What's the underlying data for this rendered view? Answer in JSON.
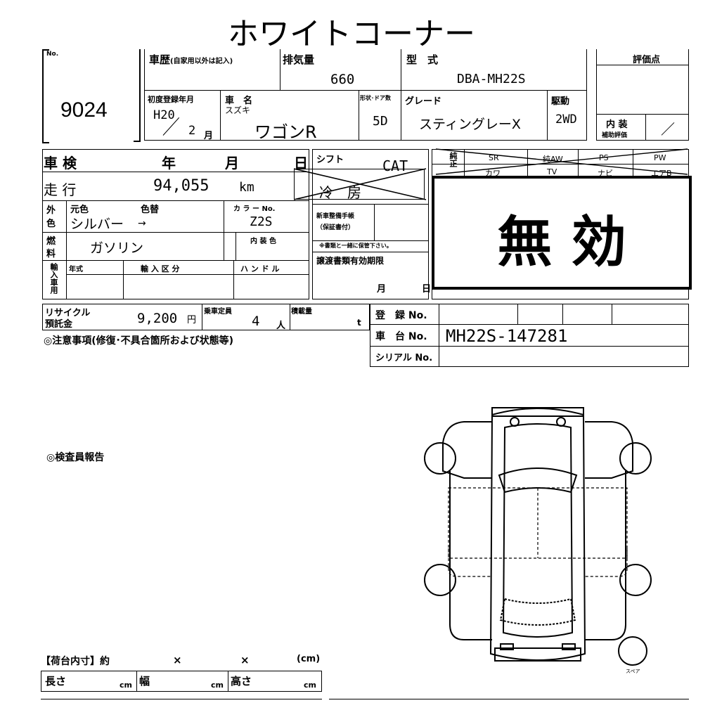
{
  "title": "ホワイトコーナー",
  "header": {
    "no_label": "No.",
    "no_value": "9024",
    "history_label": "車歴",
    "history_note": "(自家用以外は記入)",
    "displacement_label": "排気量",
    "displacement_value": "660",
    "model_label": "型　式",
    "model_value": "DBA-MH22S",
    "score_label": "評価点",
    "first_reg_label": "初度登録年月",
    "first_reg_era": "H20",
    "first_reg_month": "2",
    "month_unit": "月",
    "car_name_label": "車　名",
    "maker": "スズキ",
    "car_name": "ワゴンR",
    "door_label": "形状･ドア数",
    "door_value": "5D",
    "grade_label": "グレード",
    "grade_value": "スティングレーX",
    "drive_label": "駆動",
    "drive_value": "2WD",
    "interior_label": "内 装",
    "interior_sub": "補助評価",
    "interior_value": "／"
  },
  "left": {
    "shaken_label": "車 検",
    "year_label": "年",
    "month_label": "月",
    "day_label": "日",
    "mileage_label": "走 行",
    "mileage_value": "94,055",
    "mileage_unit": "km",
    "color_label1": "外",
    "color_label2": "色",
    "orig_color_label": "元色",
    "repaint_label": "色替",
    "orig_color_value": "シルバー",
    "repaint_arrow": "→",
    "color_no_label": "カ ラ ー No.",
    "color_no_value": "Z2S",
    "fuel_label1": "燃",
    "fuel_label2": "料",
    "fuel_value": "ガソリン",
    "interior_color_label": "内 装 色",
    "import_label": "輸入車用",
    "year_type_label": "年式",
    "import_class_label": "輸 入 区 分",
    "handle_label": "ハ ン ド ル",
    "recycle_label1": "リサイクル",
    "recycle_label2": "預託金",
    "recycle_value": "9,200",
    "yen": "円",
    "capacity_label": "乗車定員",
    "capacity_value": "4",
    "capacity_unit": "人",
    "load_label": "積載量",
    "load_unit": "t",
    "notes_label": "◎注意事項(修復･不具合箇所および状態等)"
  },
  "middle": {
    "shift_label": "シフト",
    "shift_value": "CAT",
    "aircon_label": "冷　房",
    "manual_label1": "新車整備手帳",
    "manual_label2": "（保証書付）",
    "manual_note": "※書類と一緒に保管下さい。",
    "transfer_label": "譲渡書類有効期限",
    "transfer_month": "月",
    "transfer_day": "日"
  },
  "equipment": {
    "genuine_label": "純正",
    "items": [
      "SR",
      "純AW",
      "PS",
      "PW"
    ],
    "items2": [
      "カワ",
      "TV",
      "ナビ",
      "エアB"
    ]
  },
  "invalid_stamp": "無 効",
  "registration": {
    "reg_no_label": "登　録 No.",
    "chassis_label": "車　台 No.",
    "chassis_value": "MH22S-147281",
    "serial_label": "シリアル No."
  },
  "inspector_label": "◎検査員報告",
  "spare_label": "スペア",
  "cargo": {
    "title": "【荷台内寸】約",
    "x1": "×",
    "x2": "×",
    "unit": "(cm)",
    "length_label": "長さ",
    "width_label": "幅",
    "height_label": "高さ",
    "cm": "cm"
  }
}
